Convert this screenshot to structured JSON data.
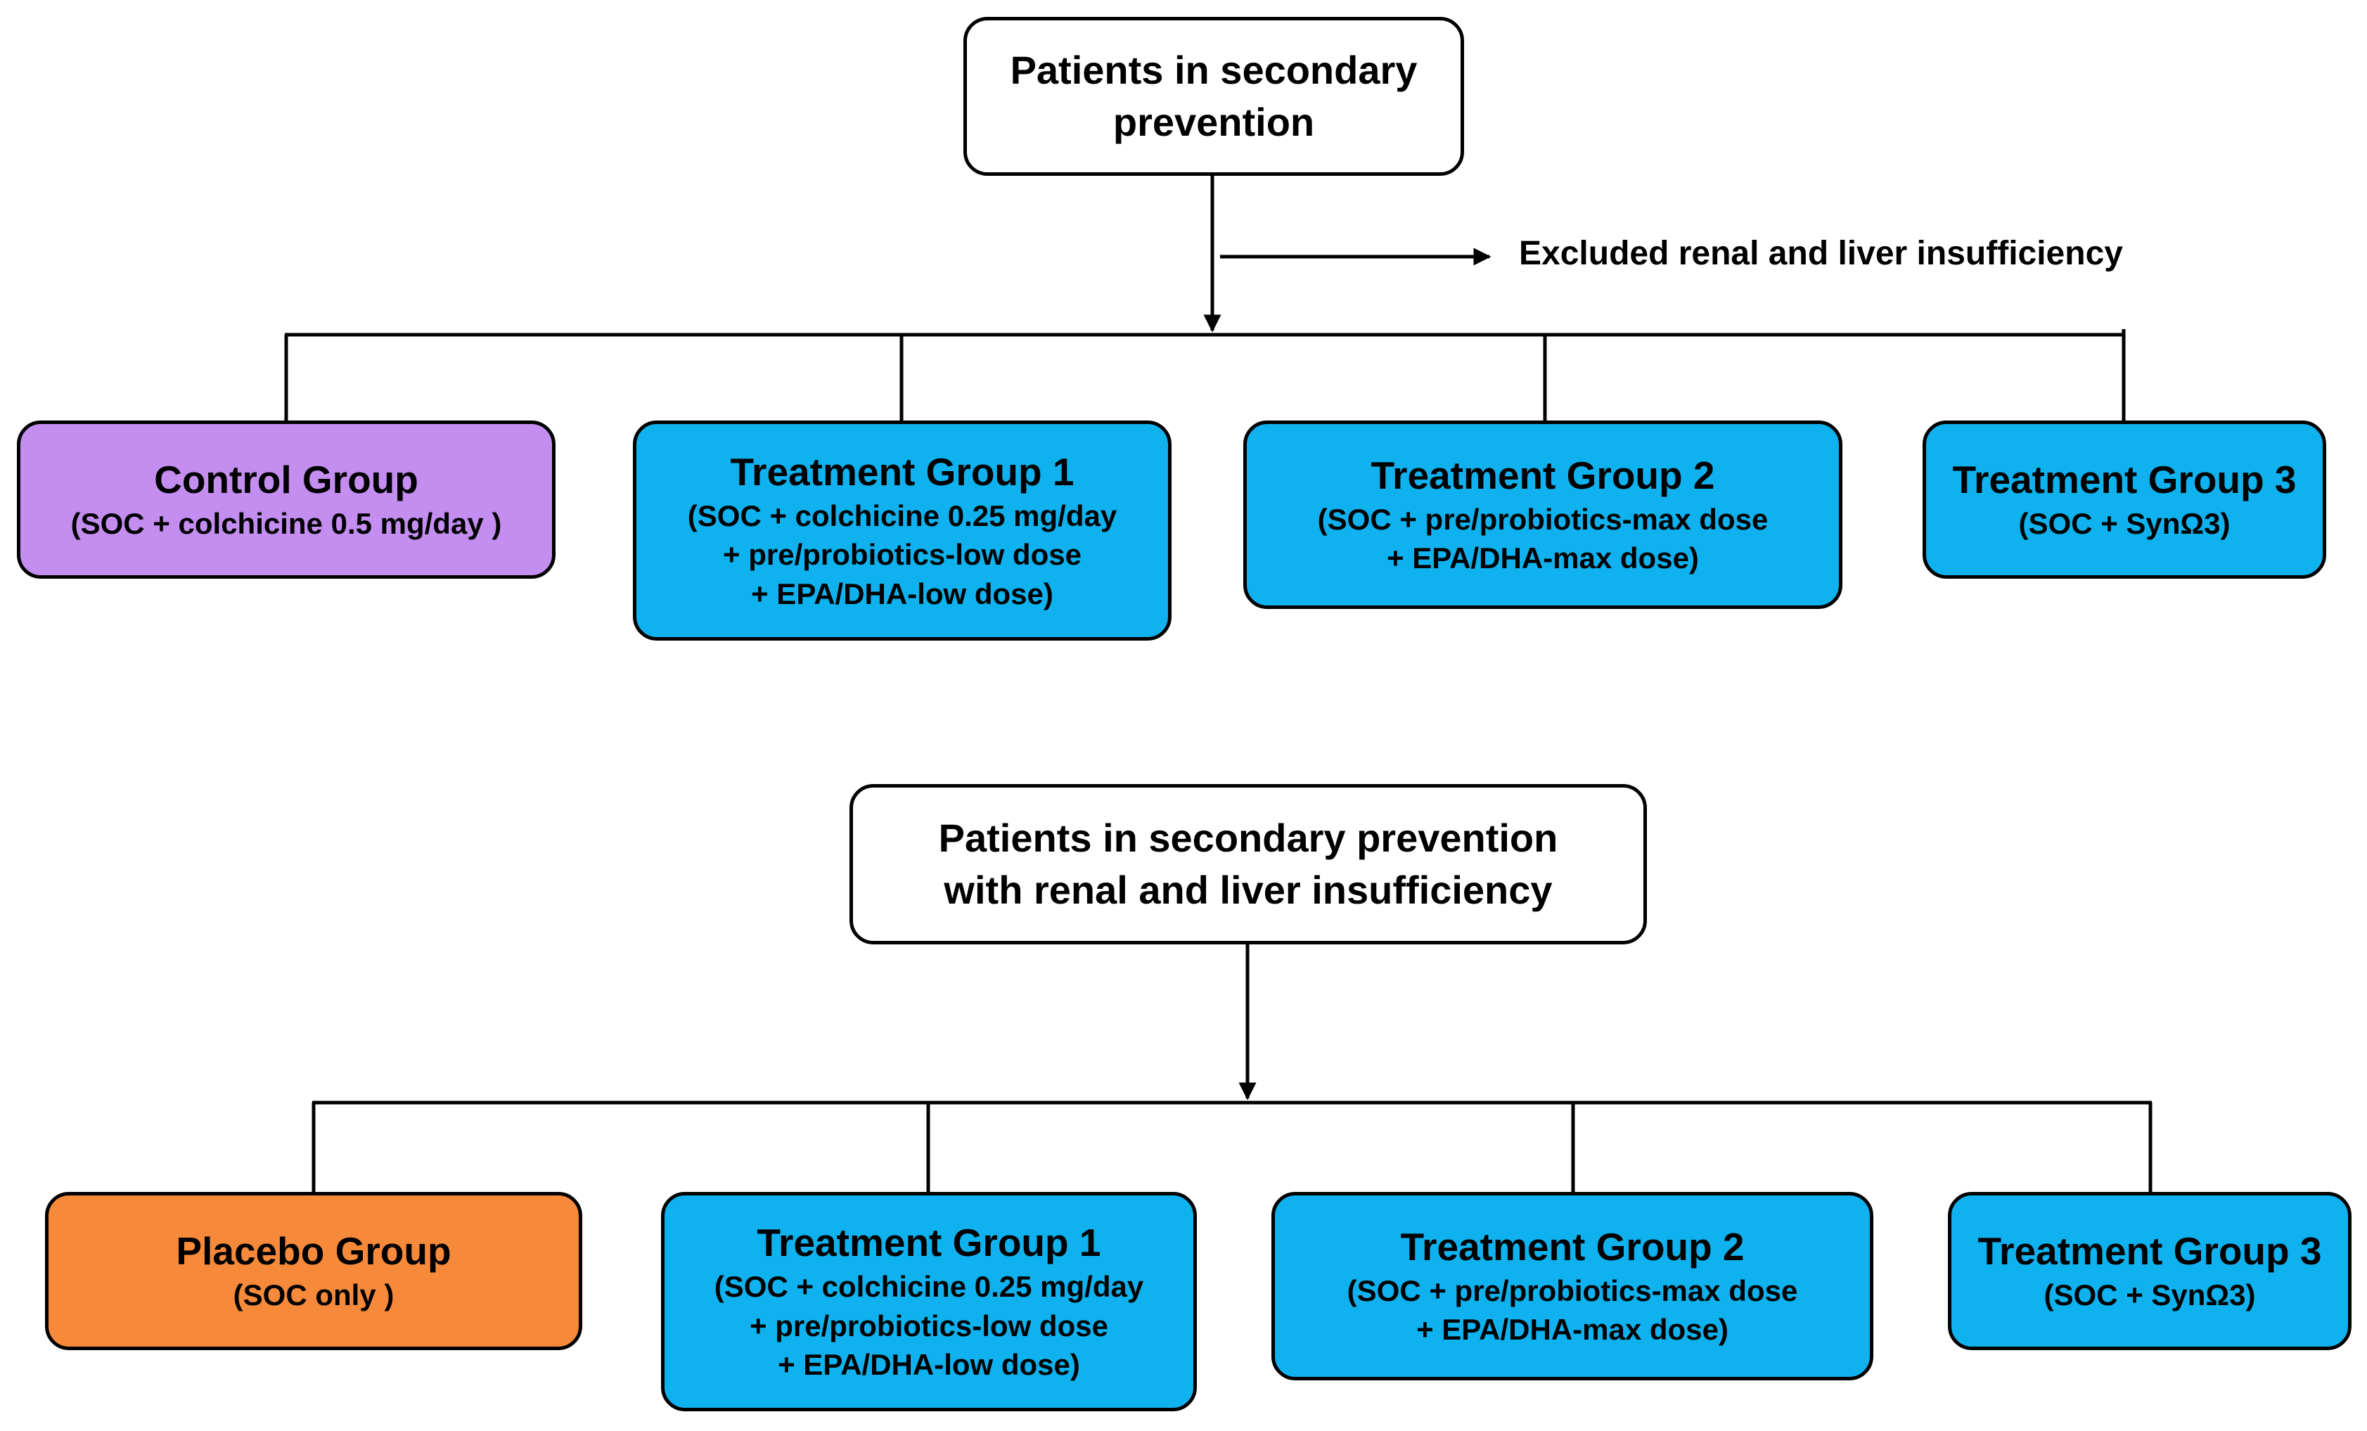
{
  "diagram1": {
    "root_lines": [
      "Patients in secondary",
      "prevention"
    ],
    "exclusion_note": "Excluded renal and liver insufficiency",
    "groups": [
      {
        "title": "Control Group",
        "details": [
          "(SOC + colchicine 0.5 mg/day  )"
        ],
        "color": "#c48df0"
      },
      {
        "title": "Treatment Group 1",
        "details": [
          "(SOC + colchicine 0.25 mg/day",
          "+ pre/probiotics-low dose",
          "+ EPA/DHA-low dose)"
        ],
        "color": "#0fb2ee"
      },
      {
        "title": "Treatment Group 2",
        "details": [
          "(SOC +  pre/probiotics-max dose",
          "+ EPA/DHA-max dose)"
        ],
        "color": "#0fb2ee"
      },
      {
        "title": "Treatment Group 3",
        "details": [
          "(SOC + SynΩ3)"
        ],
        "color": "#0fb2ee"
      }
    ]
  },
  "diagram2": {
    "root_lines": [
      "Patients in secondary prevention",
      "with renal and liver insufficiency"
    ],
    "groups": [
      {
        "title": "Placebo Group",
        "details": [
          "(SOC only )"
        ],
        "color": "#f7893a"
      },
      {
        "title": "Treatment Group 1",
        "details": [
          "(SOC + colchicine 0.25 mg/day",
          "+ pre/probiotics-low dose",
          "+ EPA/DHA-low dose)"
        ],
        "color": "#0fb2ee"
      },
      {
        "title": "Treatment Group 2",
        "details": [
          "(SOC +  pre/probiotics-max dose",
          "+ EPA/DHA-max dose)"
        ],
        "color": "#0fb2ee"
      },
      {
        "title": "Treatment Group 3",
        "details": [
          "(SOC + SynΩ3)"
        ],
        "color": "#0fb2ee"
      }
    ]
  }
}
